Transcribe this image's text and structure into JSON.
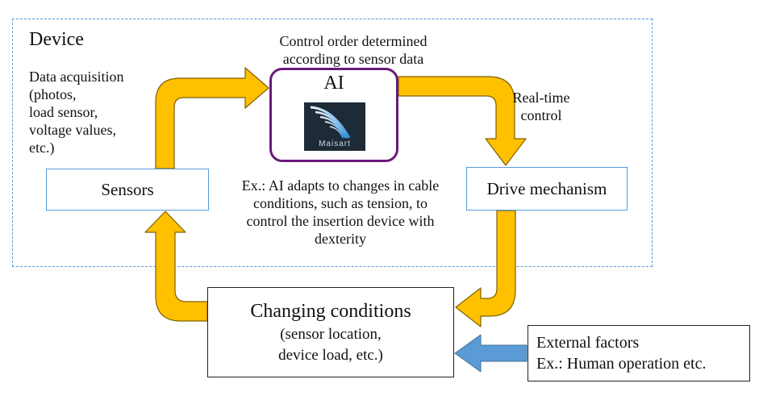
{
  "device": {
    "title": "Device"
  },
  "control_order": {
    "line1": "Control order determined",
    "line2": "according to sensor data"
  },
  "data_acquisition": {
    "lines": [
      "Data acquisition",
      "(photos,",
      "load sensor,",
      "voltage values,",
      "etc.)"
    ]
  },
  "ai": {
    "label": "AI",
    "logo_text": "Maisart"
  },
  "realtime": {
    "line1": "Real-time",
    "line2": "control"
  },
  "sensors": {
    "label": "Sensors"
  },
  "drive": {
    "label": "Drive mechanism"
  },
  "example": {
    "lines": [
      "Ex.: AI adapts to changes in cable",
      "conditions, such as tension, to",
      "control the insertion device with",
      "dexterity"
    ]
  },
  "changing": {
    "title": "Changing conditions",
    "sub1": "(sensor location,",
    "sub2": "device load, etc.)"
  },
  "external": {
    "line1": "External factors",
    "line2": "Ex.: Human operation etc."
  },
  "colors": {
    "arrow_fill": "#ffc000",
    "arrow_stroke": "#7f6000",
    "external_arrow": "#5b9bd5",
    "device_border": "#5b9bd5",
    "ai_border": "#6a1b78"
  }
}
